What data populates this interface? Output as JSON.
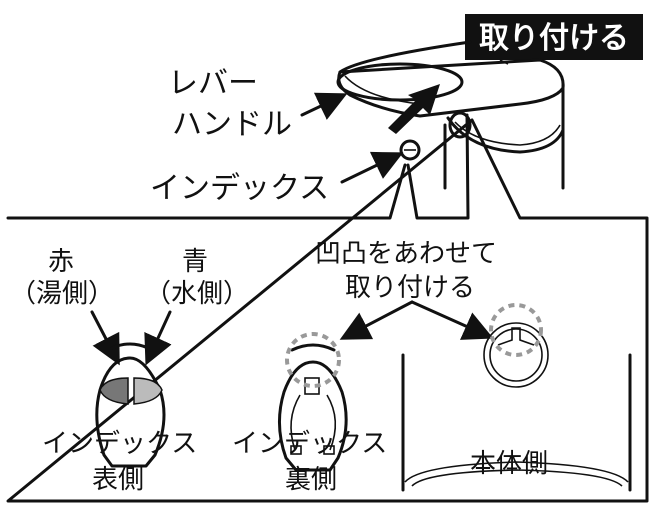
{
  "title_badge": "取り付ける",
  "labels": {
    "lever_line1": "レバー",
    "lever_line2": "ハンドル",
    "index": "インデックス",
    "red": "赤",
    "hot_side": "（湯側）",
    "blue": "青",
    "cold_side": "（水側）",
    "align_line1": "凹凸をあわせて",
    "align_line2": "取り付ける",
    "index_front_line1": "インデックス",
    "index_front_line2": "表側",
    "index_back_line1": "インデックス",
    "index_back_line2": "裏側",
    "body_side": "本体側"
  },
  "colors": {
    "hot": "#777777",
    "cold": "#bbbbbb",
    "badge": "#111111"
  }
}
